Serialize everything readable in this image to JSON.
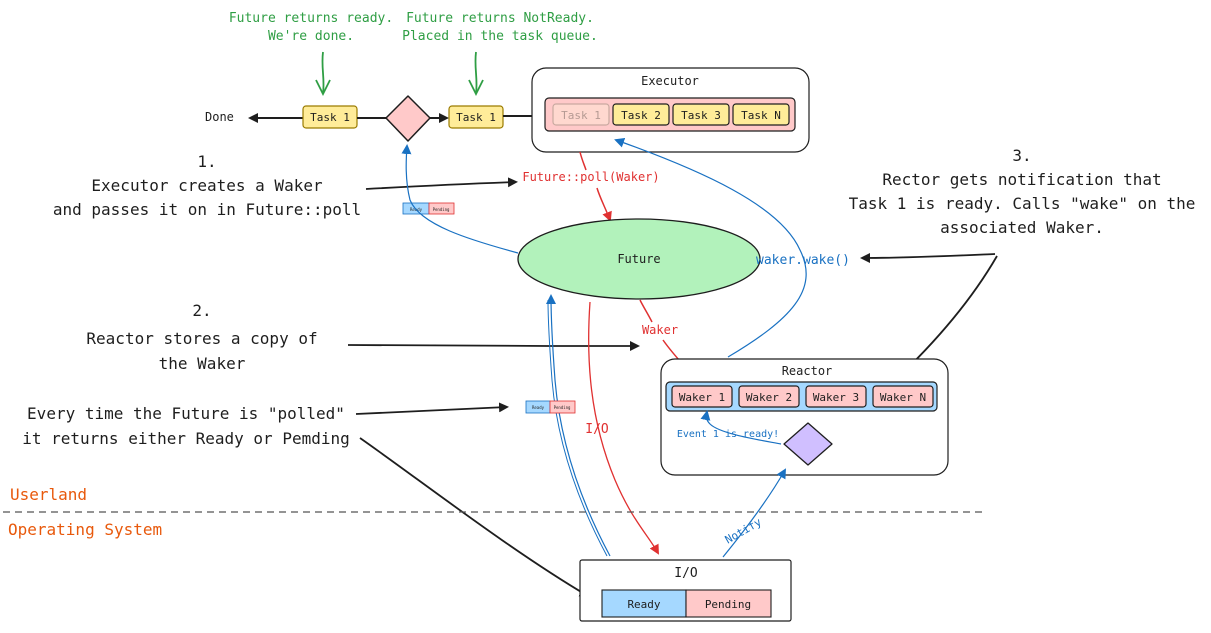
{
  "annotations": {
    "future_ready": [
      "Future returns ready.",
      "We're done."
    ],
    "future_not_ready": [
      "Future returns NotReady.",
      "Placed in the task queue."
    ],
    "step1": [
      "1.",
      "Executor creates a Waker",
      "and passes it on in Future::poll"
    ],
    "step2": [
      "2.",
      "Reactor stores a copy of",
      "the Waker"
    ],
    "step3": [
      "3.",
      "Rector gets notification that",
      "Task 1 is ready. Calls \"wake\" on the",
      "associated Waker."
    ],
    "polled": [
      "Every time the Future is \"polled\"",
      "it returns either Ready or Pemding"
    ]
  },
  "done_label": "Done",
  "left_task": "Task 1",
  "right_task": "Task 1",
  "executor": {
    "title": "Executor",
    "tasks": [
      "Task 1",
      "Task 2",
      "Task 3",
      "Task N"
    ]
  },
  "future_label": "Future",
  "edge_labels": {
    "poll": "Future::poll(Waker)",
    "wake": "waker.wake()",
    "waker": "Waker",
    "io": "I/O",
    "notify": "Notify",
    "event_ready": "Event 1 is ready!"
  },
  "small_states_top": [
    "Ready",
    "Pending"
  ],
  "small_states_mid": [
    "Ready",
    "Pending"
  ],
  "reactor": {
    "title": "Reactor",
    "wakers": [
      "Waker 1",
      "Waker 2",
      "Waker 3",
      "Waker N"
    ]
  },
  "boundary": {
    "userland": "Userland",
    "os": "Operating System"
  },
  "io_box": {
    "title": "I/O",
    "states": [
      "Ready",
      "Pending"
    ]
  },
  "colors": {
    "green": "#2f9e44",
    "red": "#e03131",
    "blue": "#1971c2",
    "orange": "#e8590c",
    "task_yellow": "#ffec99",
    "task_border": "#9a7b00",
    "waker_pink": "#ffc9c9",
    "blue_fill": "#a5d8ff",
    "future_green": "#b2f2bb",
    "purple": "#d0bfff"
  }
}
